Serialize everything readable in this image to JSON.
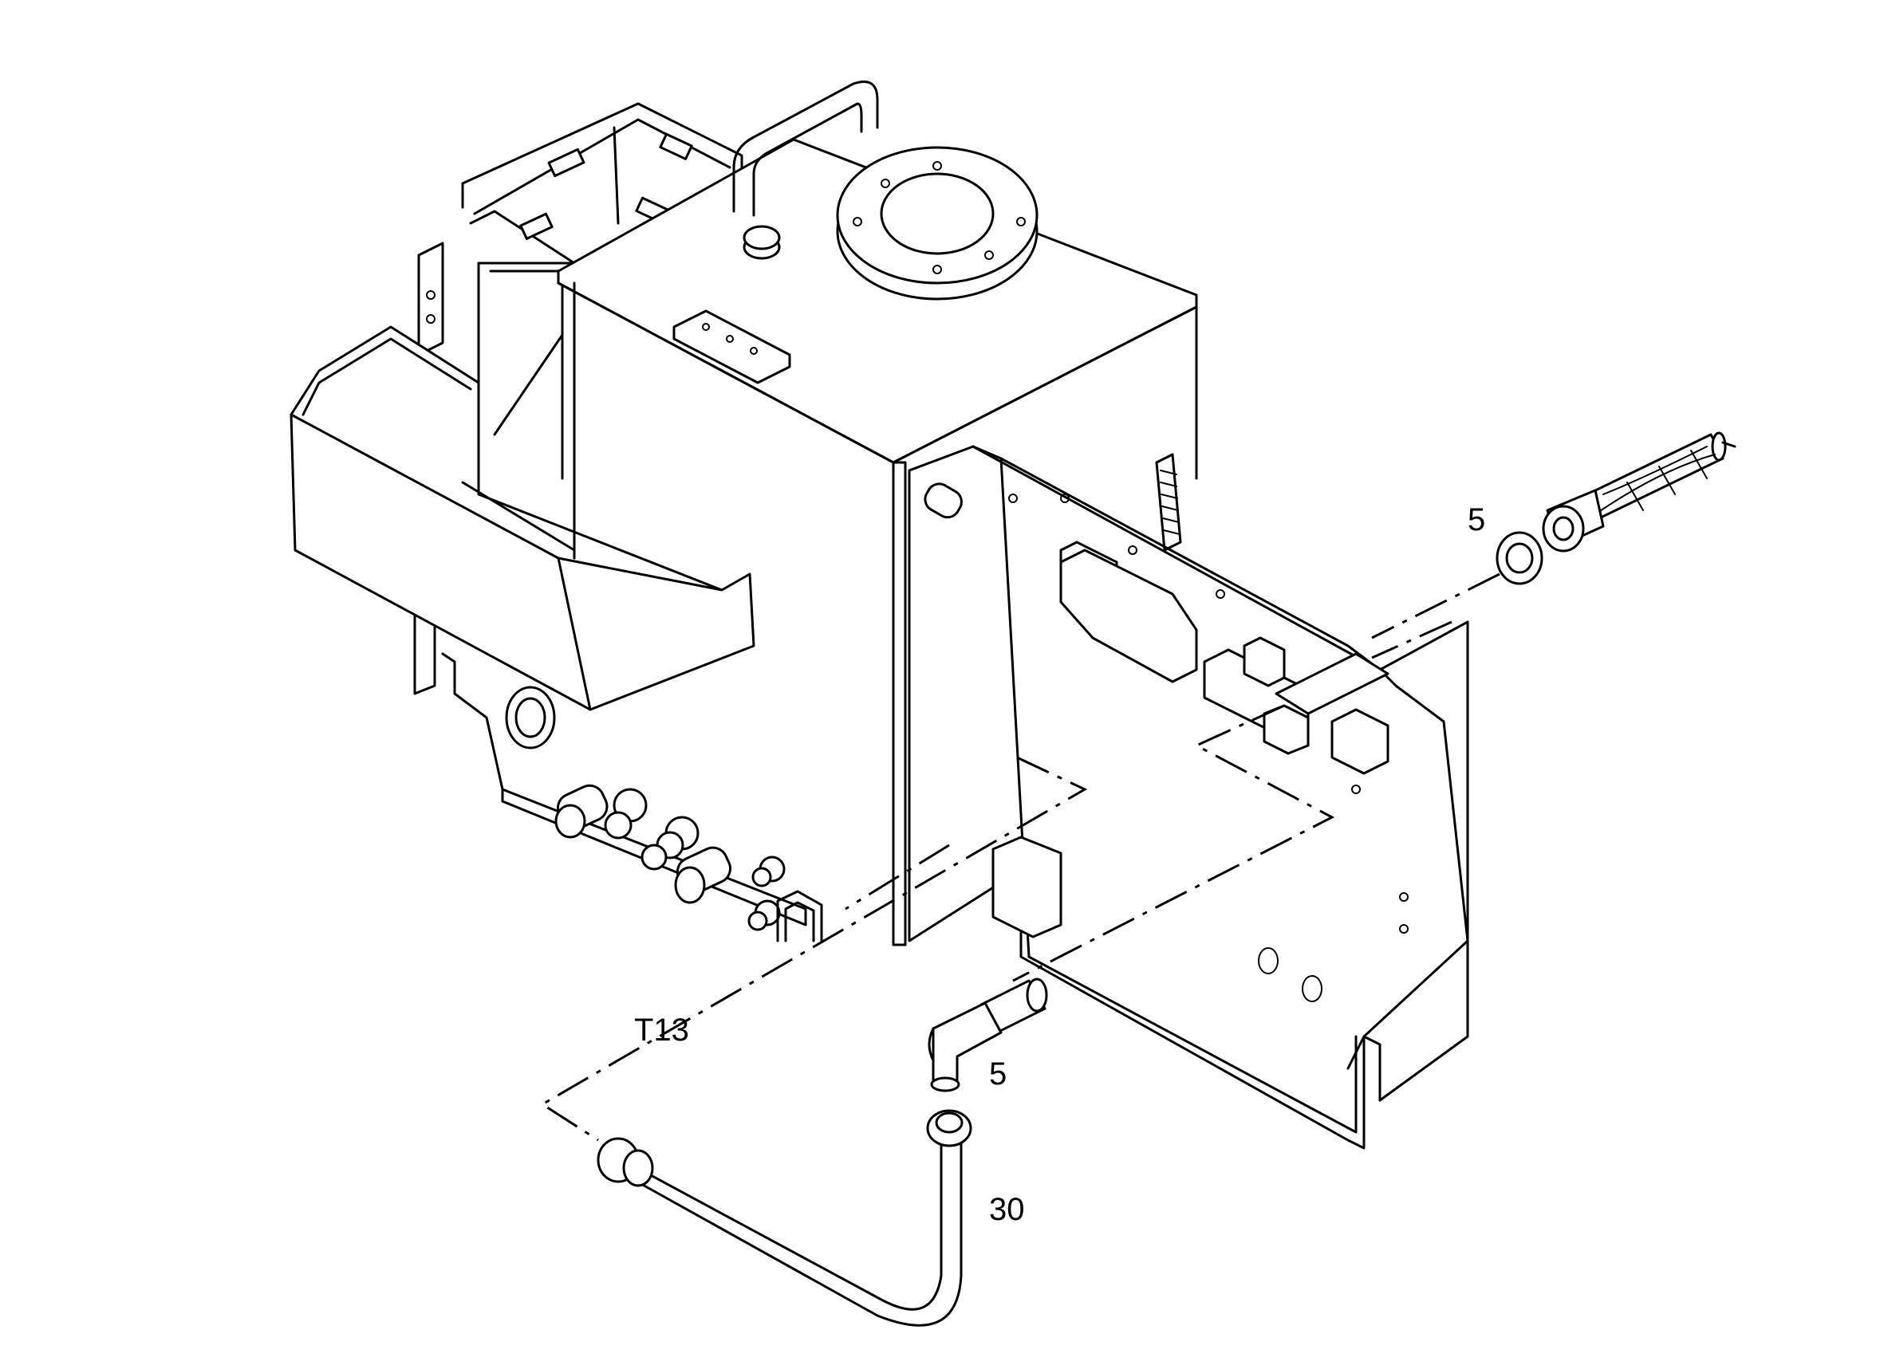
{
  "labels": {
    "upper_item": "5",
    "lower_item": "5",
    "pipe_item": "30",
    "reference": "T13"
  }
}
